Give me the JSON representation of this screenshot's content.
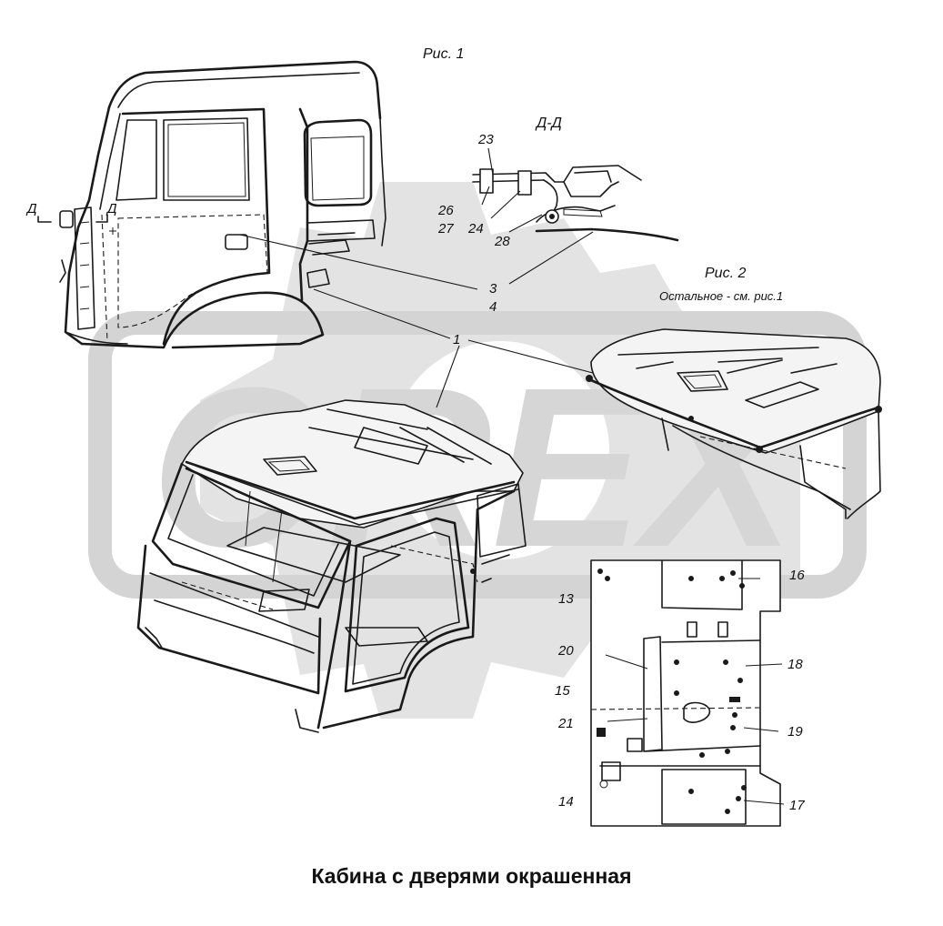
{
  "figures": {
    "fig1_title": "Рис. 1",
    "fig2_title": "Рис. 2",
    "fig2_note": "Остальное - см. рис.1",
    "section_title": "Д-Д",
    "section_mark_left": "Д",
    "section_mark_right": "Д"
  },
  "watermark": {
    "text": "OREX"
  },
  "callouts": {
    "c1": "1",
    "c3": "3",
    "c4": "4",
    "c13": "13",
    "c14": "14",
    "c15": "15",
    "c16": "16",
    "c17": "17",
    "c18": "18",
    "c19": "19",
    "c20": "20",
    "c21": "21",
    "c23": "23",
    "c24": "24",
    "c26": "26",
    "c27": "27",
    "c28": "28"
  },
  "caption": "Кабина с дверями окрашенная",
  "colors": {
    "line": "#1a1a1a",
    "watermark": "#d9d9d9",
    "background": "#ffffff"
  }
}
